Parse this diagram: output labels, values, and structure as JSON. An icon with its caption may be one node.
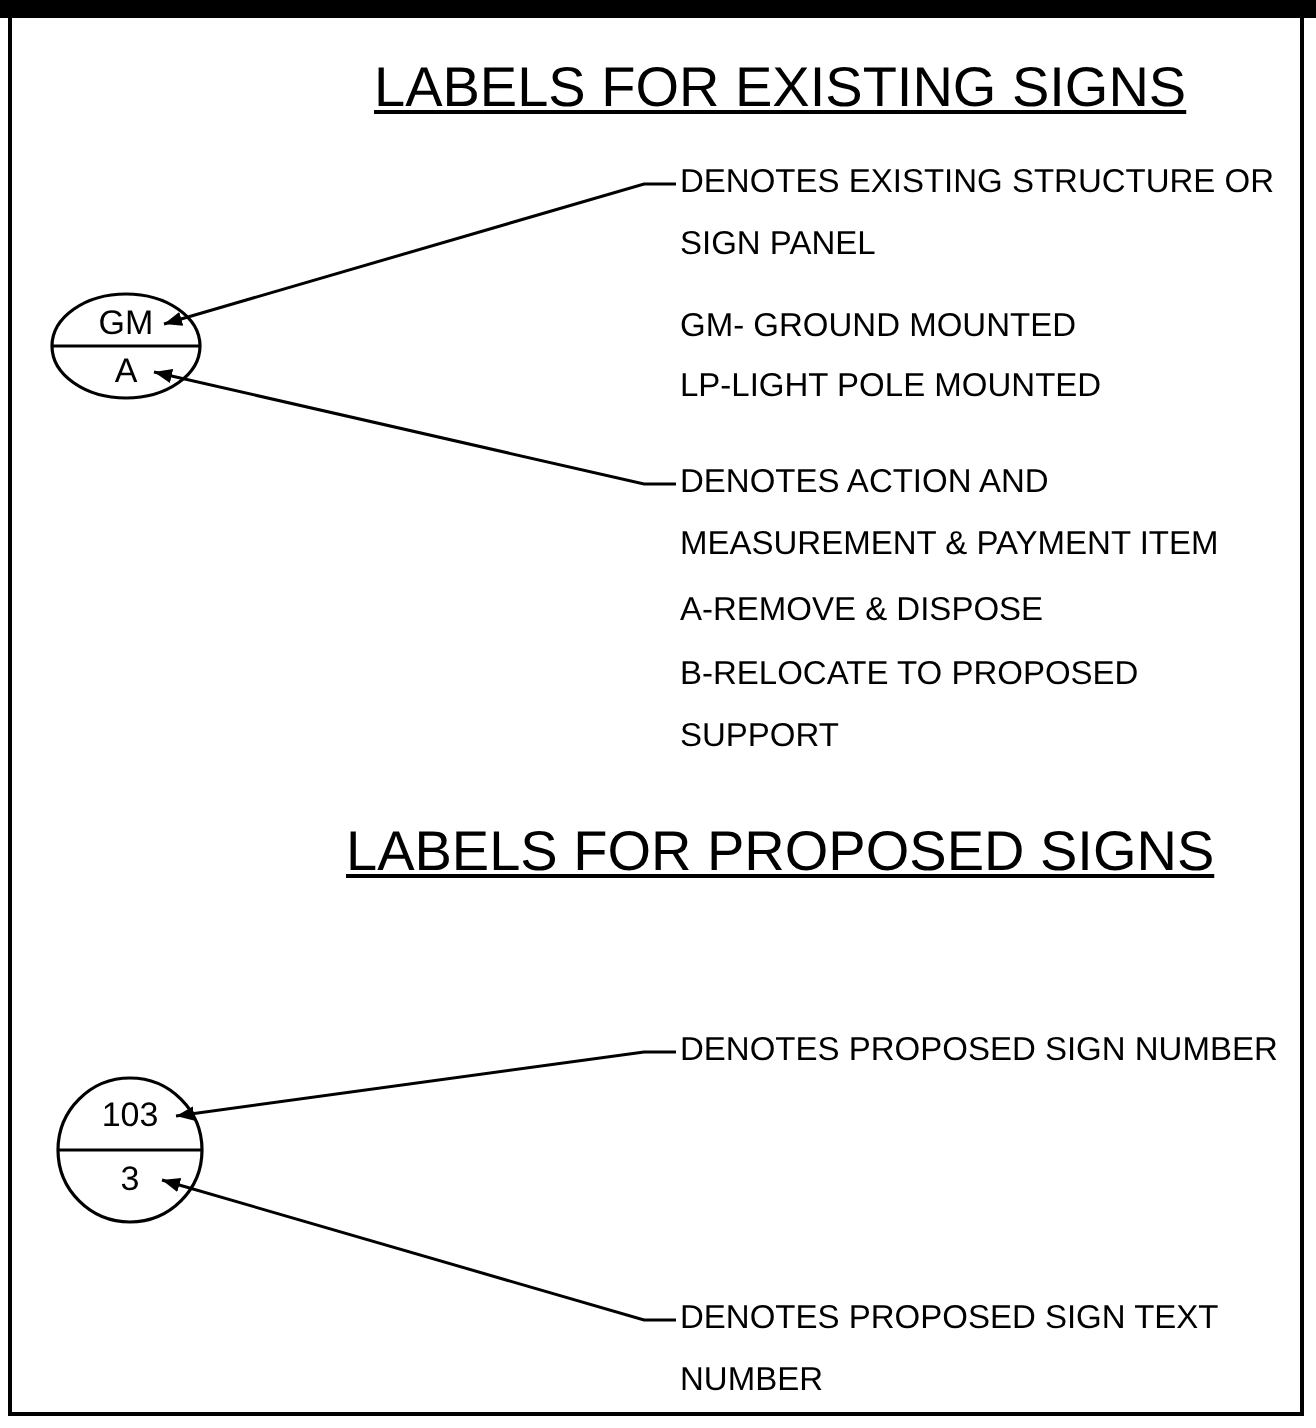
{
  "diagram": {
    "nodes": [
      {
        "text": [],
        "shape": "ellipse"
      },
      {
        "text": [
          "GM"
        ],
        "in": 0
      },
      {
        "text": [
          "A"
        ],
        "in": 0
      },
      {
        "text": [
          "DENOTES EXISTING STRUCTURE OR SIGN PANEL"
        ]
      },
      {
        "text": [
          "DENOTES ACTION AND MEASUREMENT & PAYMENT ITEM"
        ]
      },
      {
        "text": [],
        "shape": "circle"
      },
      {
        "text": [
          "103"
        ],
        "in": 5
      },
      {
        "text": [
          "3"
        ],
        "in": 5
      },
      {
        "text": [
          "DENOTES PROPOSED SIGN NUMBER"
        ]
      },
      {
        "text": [
          "DENOTES PROPOSED SIGN TEXT NUMBER"
        ]
      }
    ],
    "edges": [
      {
        "from": 3,
        "to": 1,
        "arrow": "to"
      },
      {
        "from": 4,
        "to": 2,
        "arrow": "to"
      },
      {
        "from": 8,
        "to": 6,
        "arrow": "to"
      },
      {
        "from": 9,
        "to": 7,
        "arrow": "to"
      }
    ],
    "labels": [
      "LABELS FOR EXISTING SIGNS",
      "GM- GROUND MOUNTED",
      "LP-LIGHT POLE MOUNTED",
      "A-REMOVE & DISPOSE",
      "B-RELOCATE TO PROPOSED SUPPORT",
      "LABELS FOR PROPOSED SIGNS"
    ]
  }
}
